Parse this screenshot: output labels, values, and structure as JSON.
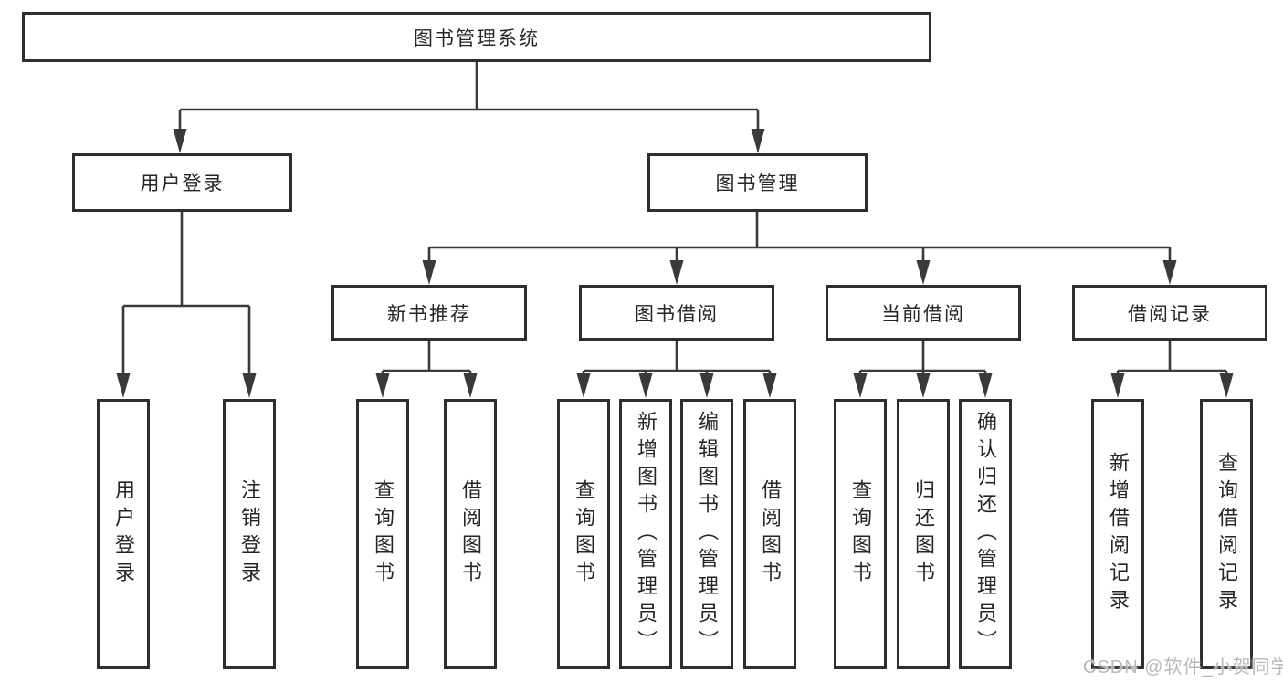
{
  "diagram_title": "图书管理系统",
  "tree": {
    "label": "图书管理系统",
    "children": [
      {
        "label": "用户登录",
        "children": [
          {
            "label": "用户登录"
          },
          {
            "label": "注销登录"
          }
        ]
      },
      {
        "label": "图书管理",
        "children": [
          {
            "label": "新书推荐",
            "children": [
              {
                "label": "查询图书"
              },
              {
                "label": "借阅图书"
              }
            ]
          },
          {
            "label": "图书借阅",
            "children": [
              {
                "label": "查询图书"
              },
              {
                "label": "新增图书（管理员）"
              },
              {
                "label": "编辑图书（管理员）"
              },
              {
                "label": "借阅图书"
              }
            ]
          },
          {
            "label": "当前借阅",
            "children": [
              {
                "label": "查询图书"
              },
              {
                "label": "归还图书"
              },
              {
                "label": "确认归还（管理员）"
              }
            ]
          },
          {
            "label": "借阅记录",
            "children": [
              {
                "label": "新增借阅记录"
              },
              {
                "label": "查询借阅记录"
              }
            ]
          }
        ]
      }
    ]
  },
  "watermark": "CSDN @软件_小贺同学",
  "colors": {
    "background": "#ffffff",
    "box_border": "#2e2e2e",
    "connector_line": "#3a3a3a",
    "text": "#262626",
    "watermark": "#b9b9b9"
  }
}
